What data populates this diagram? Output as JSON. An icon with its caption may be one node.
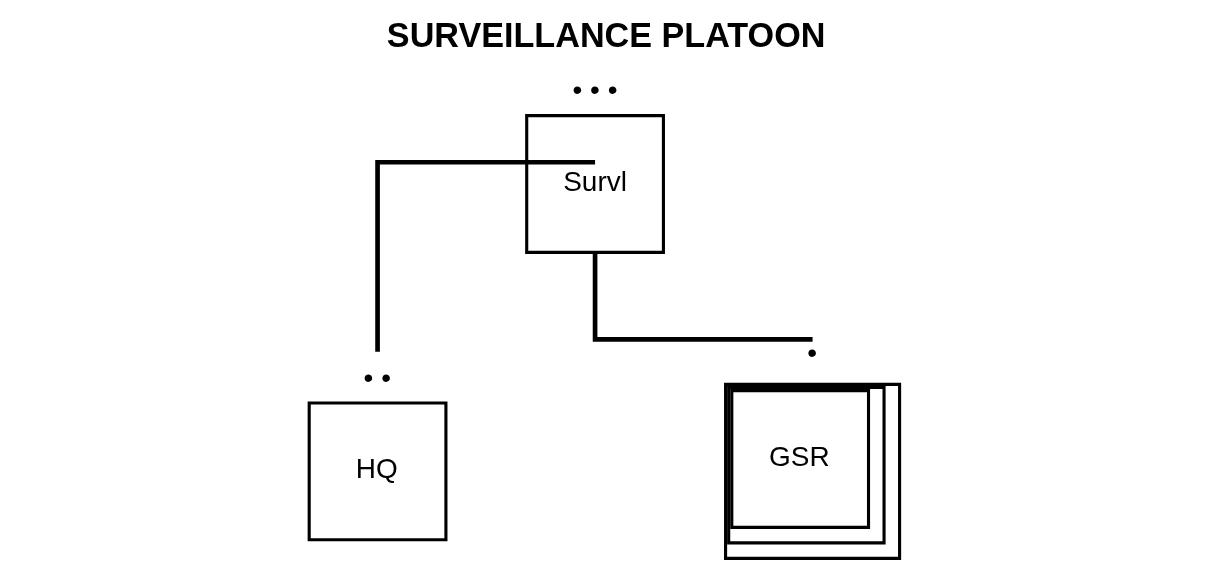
{
  "diagram": {
    "title": "SURVEILLANCE PLATOON",
    "nodes": [
      {
        "text": [
          "Survl"
        ],
        "beside": [
          "• • •"
        ]
      },
      {
        "text": [
          "HQ"
        ],
        "beside": [
          "• •"
        ]
      },
      {
        "text": [
          "GSR"
        ],
        "beside": [
          "•"
        ]
      }
    ],
    "edges": [
      {
        "from": 0,
        "to": 1,
        "arrow": "none"
      },
      {
        "from": 0,
        "to": 2,
        "arrow": "none"
      }
    ]
  }
}
